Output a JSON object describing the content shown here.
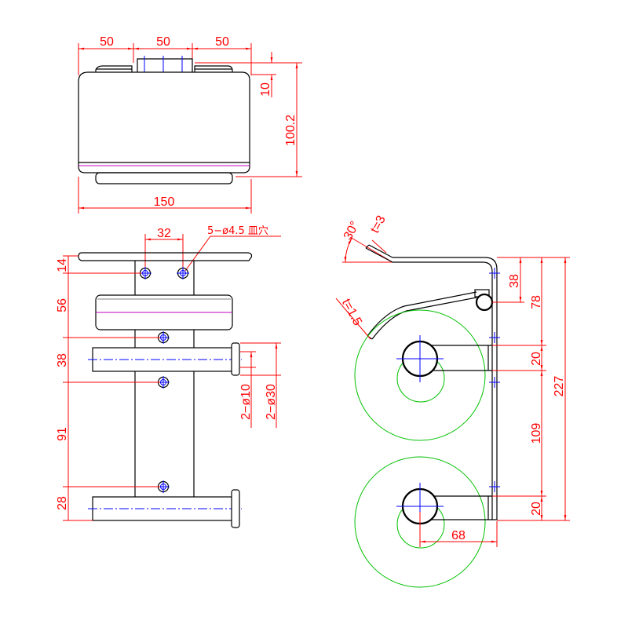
{
  "colors": {
    "dimension": "#ff0000",
    "outline": "#000000",
    "center": "#0000ff",
    "roll": "#00c000",
    "accent": "#c000c0",
    "background": "#ffffff"
  },
  "top_view": {
    "width_segments": [
      "50",
      "50",
      "50"
    ],
    "tab_height": "10",
    "height": "100.2",
    "width": "150"
  },
  "front_view": {
    "hole_spacing": "32",
    "hole_note": "5−ø4.5 皿穴",
    "vertical_dims": [
      "14",
      "56",
      "38",
      "91",
      "28"
    ],
    "shaft_dia": "2−ø10",
    "cap_dia": "2−ø30"
  },
  "side_view": {
    "angle": "30°",
    "cover_thickness": "t=3",
    "lid_thickness": "t=1.5",
    "hinge_offset": "38",
    "upper_offset": "78",
    "total_height": "227",
    "upper_arm": "20",
    "arm_spacing": "109",
    "lower_arm": "20",
    "arm_depth": "68"
  }
}
